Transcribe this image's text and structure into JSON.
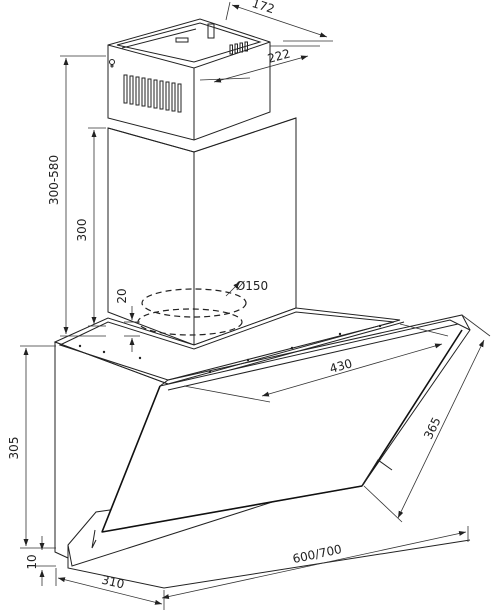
{
  "dimensions": {
    "chimney_depth": "172",
    "chimney_width": "222",
    "height_range": "300-580",
    "chimney_height": "300",
    "gap": "20",
    "duct_diameter": "Ø150",
    "hood_depth": "430",
    "hood_height": "305",
    "glass_length": "365",
    "bottom_gap": "10",
    "front_depth": "310",
    "hood_width": "600/700"
  }
}
